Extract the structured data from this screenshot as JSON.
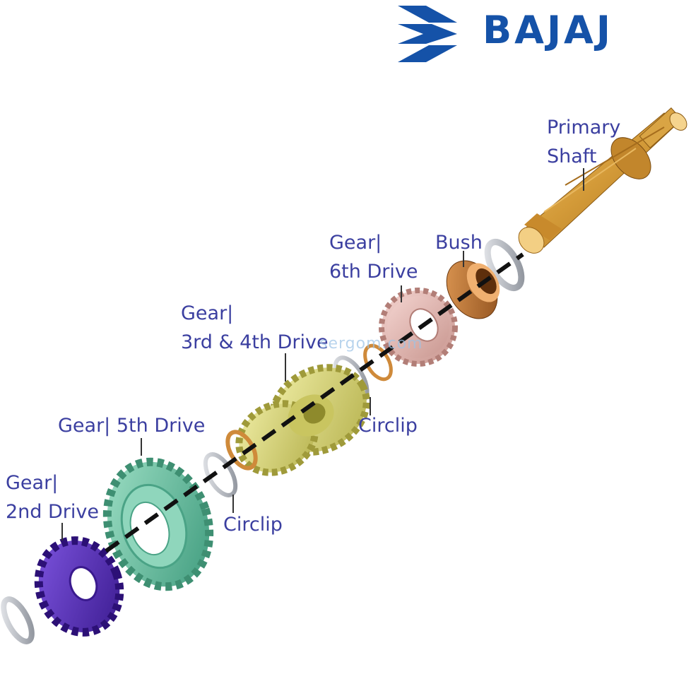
{
  "brand": {
    "name": "BAJAJ",
    "logo_color": "#1552a8"
  },
  "watermark": "sergom.com",
  "labels": {
    "primary_shaft": {
      "line1": "Primary",
      "line2": "Shaft"
    },
    "bush": {
      "line1": "Bush"
    },
    "gear_6th": {
      "line1": "Gear|",
      "line2": "6th Drive"
    },
    "gear_3rd_4th": {
      "line1": "Gear|",
      "line2": "3rd & 4th Drive"
    },
    "circlip_upper": {
      "line1": "Circlip"
    },
    "gear_5th": {
      "line1": "Gear|  5th Drive"
    },
    "circlip_lower": {
      "line1": "Circlip"
    },
    "gear_2nd": {
      "line1": "Gear|",
      "line2": "2nd Drive"
    }
  },
  "colors": {
    "label_text": "#3b3fa0",
    "primary_shaft": "#d19a3a",
    "bush": "#b8702e",
    "gear_6th": "#e8bcb6",
    "gear_3rd_4th": "#e3e08a",
    "gear_5th": "#6ec7a8",
    "gear_2nd": "#5b2fc2",
    "washer": "#b8bcc4",
    "spacer_ring": "#cf8a3a"
  }
}
